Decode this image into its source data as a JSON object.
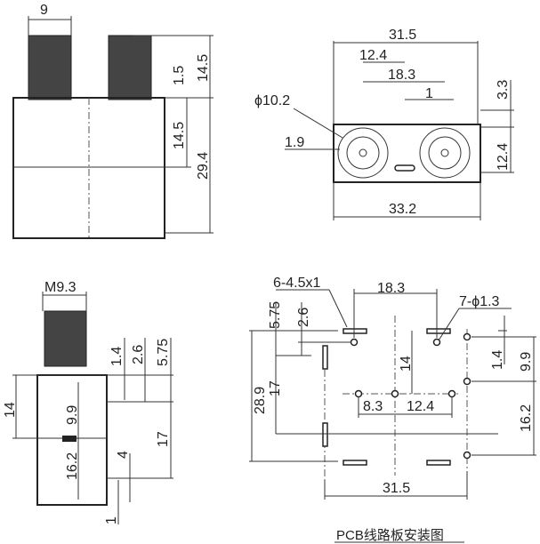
{
  "front_view": {
    "width": "9",
    "flange": "1.5",
    "thread_height": "14.5",
    "body_upper": "14.5",
    "body_total": "29.4"
  },
  "top_view": {
    "overall_top": "31.5",
    "half_pitch": "12.4",
    "pin_span": "18.3",
    "pin_width": "1",
    "pin_height": "3.3",
    "diameter": "ϕ10.2",
    "edge": "1.9",
    "center_height": "12.4",
    "overall_bottom": "33.2"
  },
  "side_view": {
    "thread": "M9.3",
    "d1": "1.4",
    "d2": "2.6",
    "d3": "5.75",
    "d4": "14",
    "d5": "9.9",
    "d6": "17",
    "d7": "16.2",
    "d8": "4",
    "d9": "1"
  },
  "pcb_layout": {
    "title": "PCB线路板安装图",
    "slots": "6-4.5x1",
    "slot_pitch": "18.3",
    "holes": "7-ϕ1.3",
    "d_575": "5.75",
    "d_26": "2.6",
    "d_289": "28.9",
    "d_17": "17",
    "d_14": "14",
    "d_14b": "1.4",
    "d_99": "9.9",
    "d_83": "8.3",
    "d_124": "12.4",
    "d_162": "16.2",
    "d_315": "31.5"
  }
}
